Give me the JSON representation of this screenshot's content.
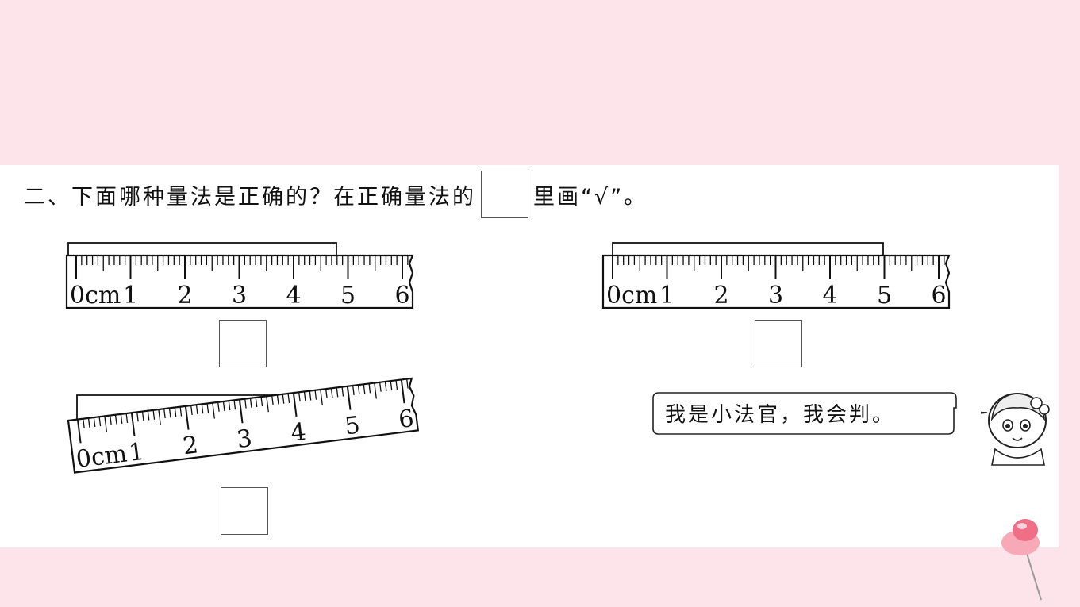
{
  "question": {
    "prefix": "二、下面哪种量法是正确的？在正确量法的",
    "suffix": "里画“√”。"
  },
  "ruler": {
    "tick_labels": [
      "0cm",
      "1",
      "2",
      "3",
      "4",
      "5",
      "6"
    ]
  },
  "speech_bubble": {
    "text": "我是小法官，我会判。"
  },
  "colors": {
    "background": "#fde4ea",
    "card": "#ffffff",
    "ink": "#111111"
  }
}
